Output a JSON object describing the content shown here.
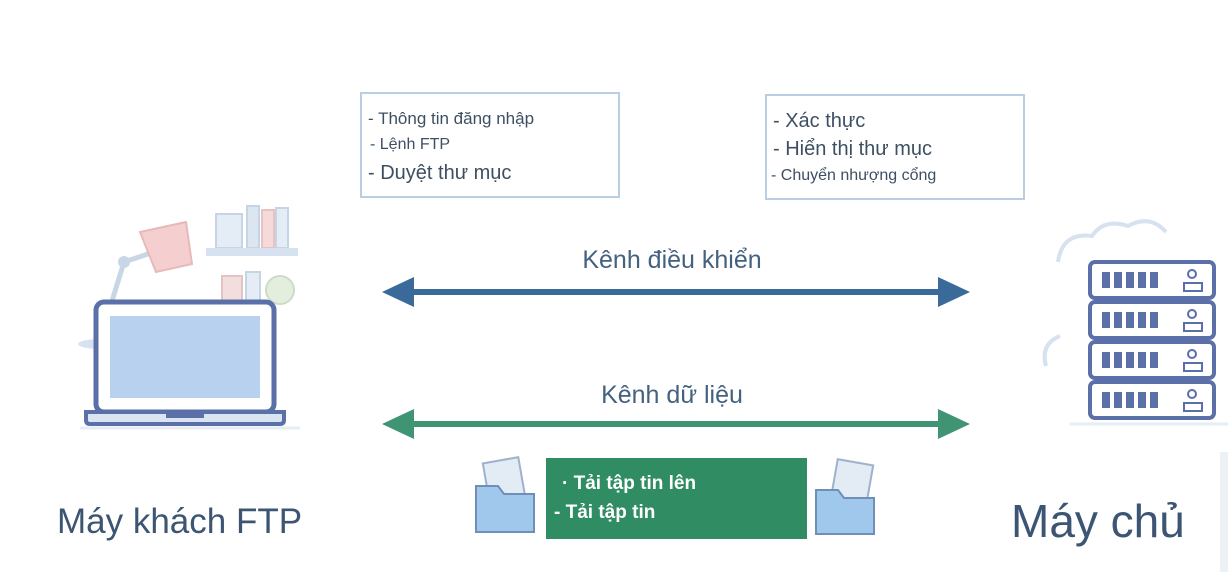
{
  "client_box": {
    "items": [
      "- Thông tin đăng nhập",
      "- Lệnh FTP",
      "- Duyệt thư mục"
    ]
  },
  "server_box": {
    "items": [
      "- Xác thực",
      "- Hiển thị thư mục",
      "- Chuyển nhượng cổng"
    ]
  },
  "control_channel": {
    "label": "Kênh điều khiển",
    "color": "#3a6a9a"
  },
  "data_channel": {
    "label": "Kênh dữ liệu",
    "color": "#3f9474"
  },
  "transfer_box": {
    "items": [
      "· Tải tập tin lên",
      "- Tải tập tin"
    ],
    "color": "#2f8c63"
  },
  "client": {
    "label": "Máy khách FTP",
    "icon": "laptop-icon"
  },
  "server": {
    "label": "Máy chủ",
    "icon": "server-rack-icon"
  }
}
